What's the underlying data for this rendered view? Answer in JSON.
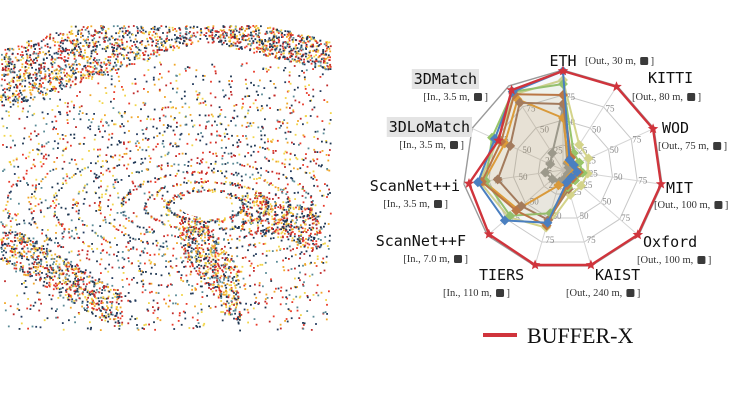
{
  "chart_data": {
    "type": "radar",
    "r_range": [
      0,
      100
    ],
    "r_ticks": [
      25,
      50,
      75
    ],
    "axes": [
      {
        "name": "ETH",
        "meta": "[Out., 30 m, ",
        "meta_end": "]",
        "highlight": false
      },
      {
        "name": "KITTI",
        "meta": "[Out., 80 m, ",
        "meta_end": "]",
        "highlight": false
      },
      {
        "name": "WOD",
        "meta": "[Out., 75 m, ",
        "meta_end": "]",
        "highlight": false
      },
      {
        "name": "MIT",
        "meta": "[Out., 100 m, ",
        "meta_end": "]",
        "highlight": false
      },
      {
        "name": "Oxford",
        "meta": "[Out., 100 m, ",
        "meta_end": "]",
        "highlight": false
      },
      {
        "name": "KAIST",
        "meta": "[Out., 240 m, ",
        "meta_end": "]",
        "highlight": false
      },
      {
        "name": "TIERS",
        "meta": "[In., 110 m, ",
        "meta_end": "]",
        "highlight": false
      },
      {
        "name": "ScanNet++F",
        "meta": "[In., 7.0 m, ",
        "meta_end": "]",
        "highlight": false
      },
      {
        "name": "ScanNet++i",
        "meta": "[In., 3.5 m, ",
        "meta_end": "]",
        "highlight": false
      },
      {
        "name": "3DLoMatch",
        "meta": "[In., 3.5 m, ",
        "meta_end": "]",
        "highlight": true
      },
      {
        "name": "3DMatch",
        "meta": "[In., 3.5 m, ",
        "meta_end": "]",
        "highlight": true
      }
    ],
    "series": [
      {
        "name": "BUFFER-X",
        "color": "#d0343c",
        "values": [
          99,
          99,
          99,
          99,
          99,
          99,
          99,
          98,
          95,
          71,
          95
        ]
      },
      {
        "color": "#4a7fc0",
        "values": [
          99,
          12,
          12,
          14,
          11,
          13,
          55,
          77,
          86,
          75,
          93
        ]
      },
      {
        "color": "#c07840",
        "values": [
          75,
          15,
          12,
          16,
          13,
          16,
          58,
          62,
          82,
          68,
          90
        ]
      },
      {
        "color": "#98c56a",
        "values": [
          86,
          20,
          18,
          20,
          16,
          18,
          45,
          70,
          78,
          78,
          93
        ]
      },
      {
        "color": "#a87a5a",
        "values": [
          66,
          14,
          12,
          18,
          14,
          20,
          52,
          55,
          66,
          58,
          80
        ]
      },
      {
        "color": "#eaa030",
        "values": [
          52,
          10,
          16,
          12,
          10,
          14,
          16,
          60,
          80,
          64,
          84
        ]
      },
      {
        "color": "#d4d48a",
        "values": [
          90,
          30,
          28,
          25,
          24,
          26,
          60,
          72,
          84,
          72,
          90
        ]
      },
      {
        "color": "#9a9a9a",
        "values": [
          62,
          8,
          6,
          8,
          6,
          8,
          12,
          14,
          18,
          14,
          20
        ]
      }
    ]
  }
}
